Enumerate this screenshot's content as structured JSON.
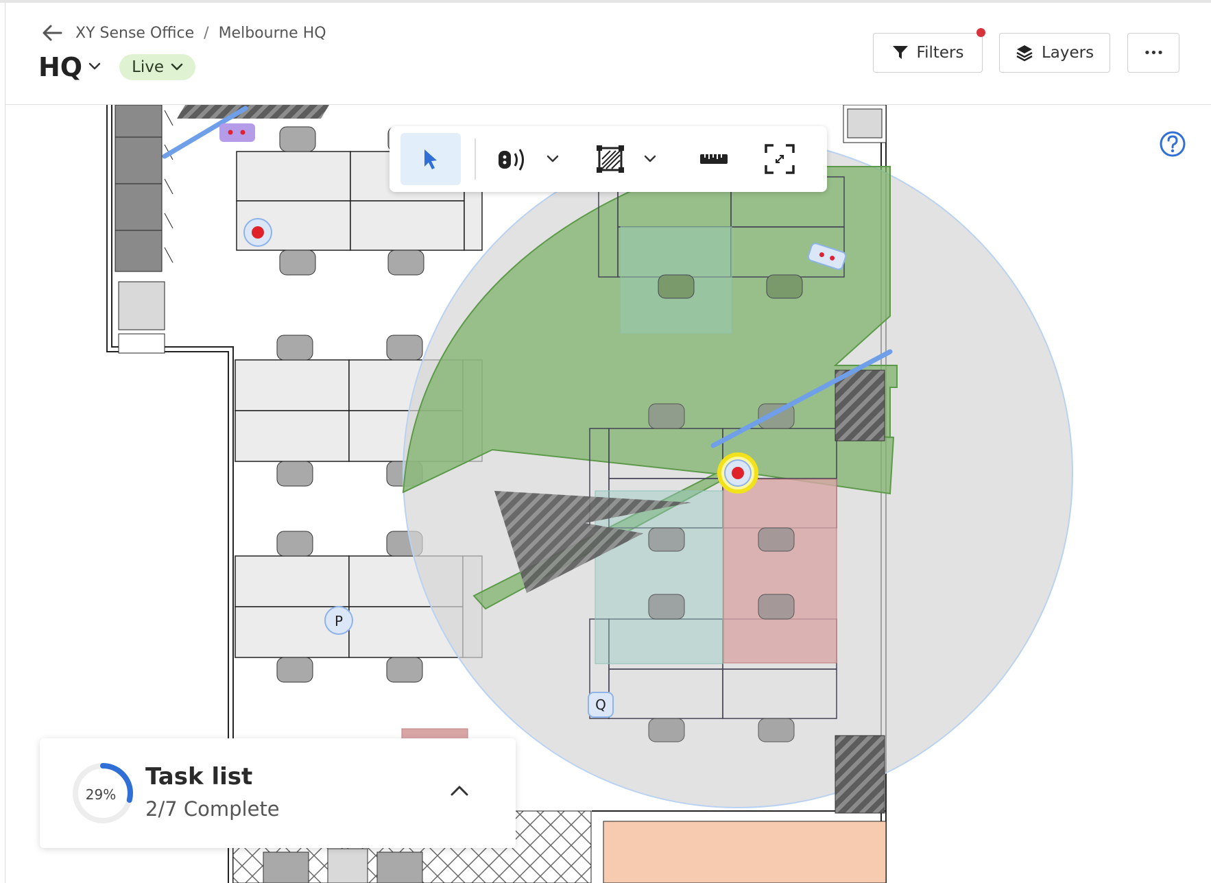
{
  "breadcrumb": {
    "items": [
      "XY Sense Office",
      "Melbourne HQ"
    ],
    "separator": "/"
  },
  "header": {
    "title": "HQ",
    "status": "Live",
    "buttons": {
      "filters": "Filters",
      "layers": "Layers",
      "more": "•••"
    }
  },
  "toolbar": {
    "tools": [
      "select-tool",
      "sensor-tool",
      "area-tool",
      "measure-tool",
      "fit-view-tool"
    ],
    "active_tool": "select-tool",
    "accent": "#2f6fd6"
  },
  "map": {
    "markers": {
      "p": "P",
      "q": "Q"
    },
    "coverage_color": "#6aa84f",
    "range_color": "#d6d6d6"
  },
  "task_list": {
    "title": "Task list",
    "progress_label": "29%",
    "progress": 0.29,
    "subtitle": "2/7 Complete"
  }
}
